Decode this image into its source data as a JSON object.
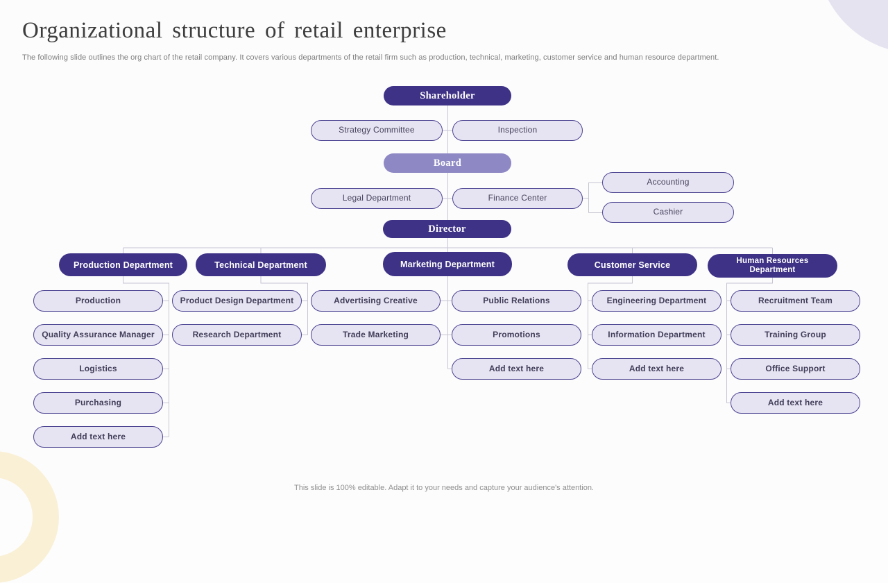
{
  "slide": {
    "title": "Organizational structure of retail enterprise",
    "subtitle": "The following slide outlines the org chart of the retail company. It covers various departments of the retail firm such as production, technical, marketing, customer service and human resource department.",
    "footer": "This slide is 100% editable. Adapt it to your needs and capture your audience's attention."
  },
  "colors": {
    "node_dark": "#3e3286",
    "node_medium": "#8e88c4",
    "node_light_fill": "#e6e3f2",
    "node_light_border": "#4b4391",
    "connector": "#c6c5d3",
    "decor_circle": "#e6e3f1",
    "decor_ring": "#faf0d6",
    "title_color": "#3d3d3d",
    "subtitle_color": "#7e7e7e",
    "footer_color": "#8f8f8f"
  },
  "org": {
    "shareholder": "Shareholder",
    "strategy_committee": "Strategy Committee",
    "inspection": "Inspection",
    "board": "Board",
    "legal": "Legal Department",
    "finance": "Finance Center",
    "accounting": "Accounting",
    "cashier": "Cashier",
    "director": "Director",
    "departments": {
      "production": "Production Department",
      "technical": "Technical Department",
      "marketing": "Marketing Department",
      "customer_service": "Customer Service",
      "human_resources": "Human Resources Department"
    },
    "production_items": [
      "Production",
      "Quality Assurance Manager",
      "Logistics",
      "Purchasing",
      "Add text here"
    ],
    "technical_items": [
      "Product Design Department",
      "Research Department"
    ],
    "marketing_items_left": [
      "Advertising Creative",
      "Trade Marketing"
    ],
    "marketing_items_right": [
      "Public Relations",
      "Promotions",
      "Add text here"
    ],
    "customer_service_items": [
      "Engineering Department",
      "Information Department",
      "Add text here"
    ],
    "human_resources_items": [
      "Recruitment Team",
      "Training Group",
      "Office Support",
      "Add text here"
    ]
  }
}
